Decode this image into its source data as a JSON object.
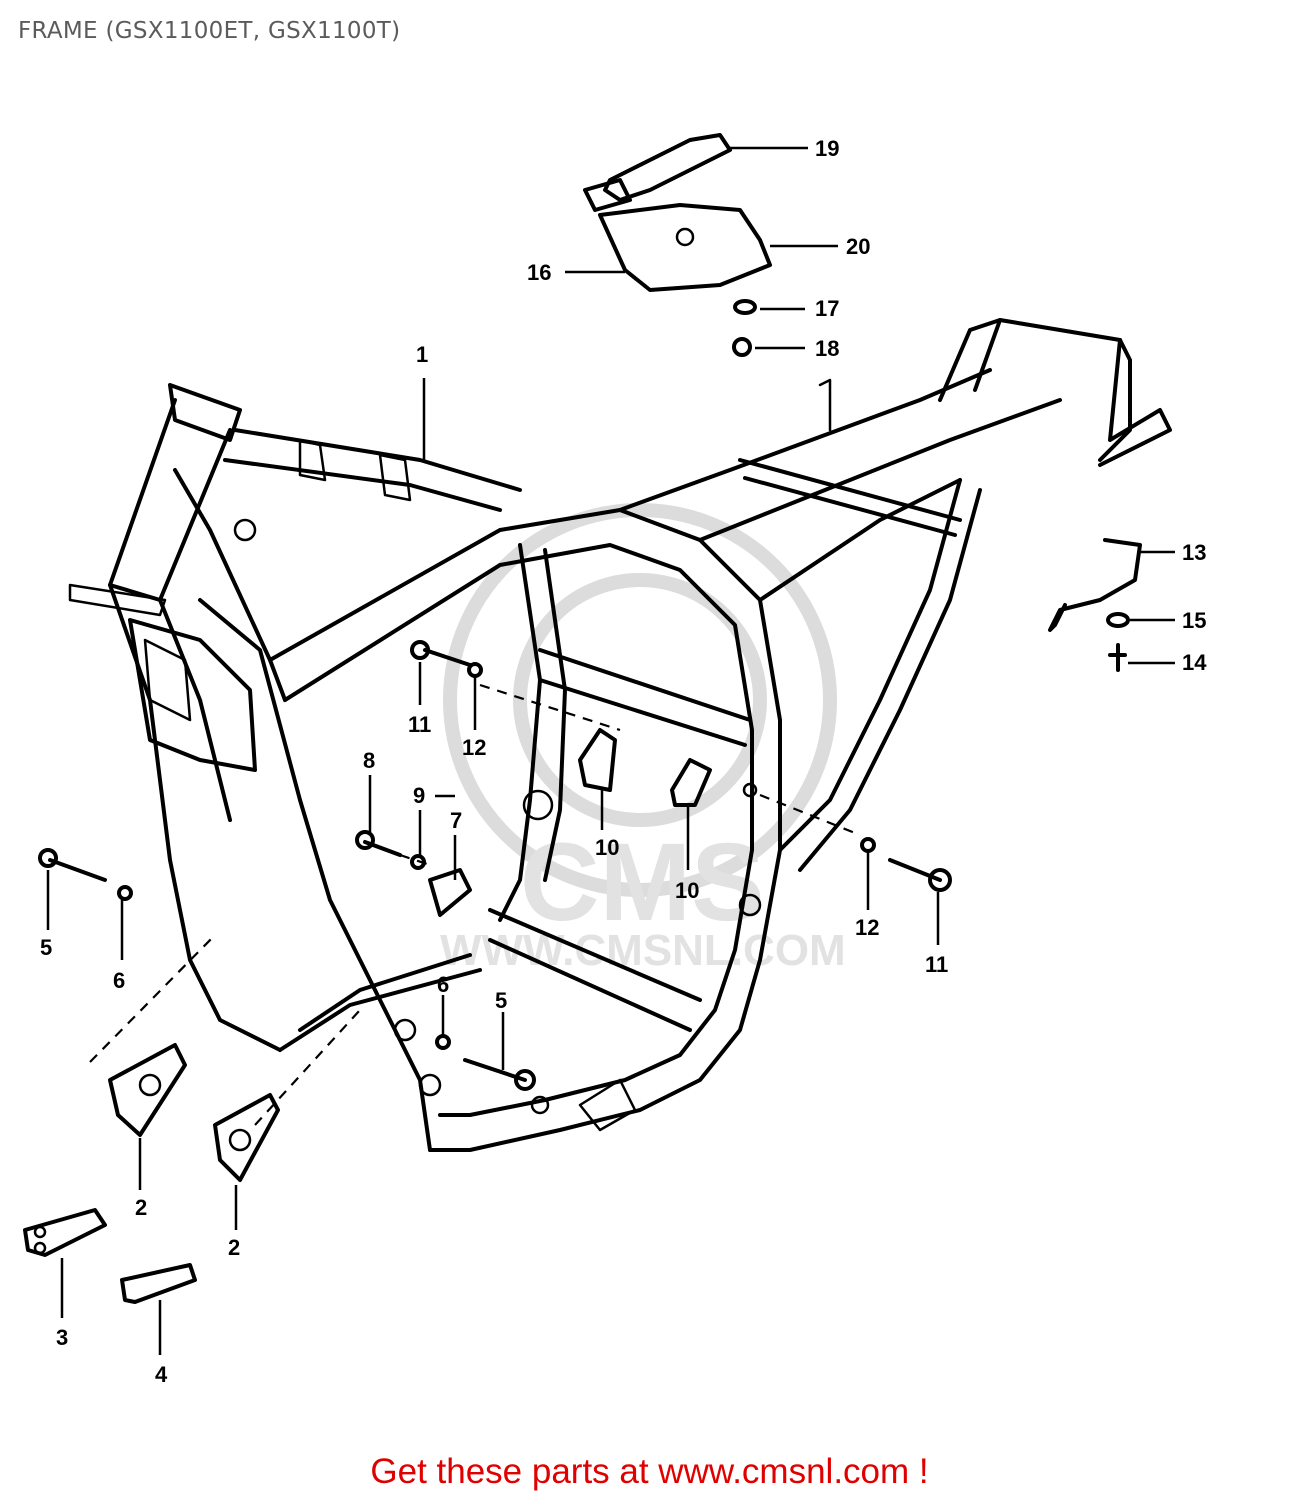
{
  "title": "FRAME (GSX1100ET, GSX1100T)",
  "watermark": {
    "brand": "CMS",
    "url": "WWW.CMSNL.COM"
  },
  "callouts": [
    {
      "id": "c1",
      "label": "1"
    },
    {
      "id": "c2a",
      "label": "2"
    },
    {
      "id": "c2b",
      "label": "2"
    },
    {
      "id": "c3",
      "label": "3"
    },
    {
      "id": "c4",
      "label": "4"
    },
    {
      "id": "c5a",
      "label": "5"
    },
    {
      "id": "c5b",
      "label": "5"
    },
    {
      "id": "c6a",
      "label": "6"
    },
    {
      "id": "c6b",
      "label": "6"
    },
    {
      "id": "c7",
      "label": "7"
    },
    {
      "id": "c8",
      "label": "8"
    },
    {
      "id": "c9",
      "label": "9"
    },
    {
      "id": "c10a",
      "label": "10"
    },
    {
      "id": "c10b",
      "label": "10"
    },
    {
      "id": "c11a",
      "label": "11"
    },
    {
      "id": "c11b",
      "label": "11"
    },
    {
      "id": "c12a",
      "label": "12"
    },
    {
      "id": "c12b",
      "label": "12"
    },
    {
      "id": "c13",
      "label": "13"
    },
    {
      "id": "c14",
      "label": "14"
    },
    {
      "id": "c15",
      "label": "15"
    },
    {
      "id": "c16",
      "label": "16"
    },
    {
      "id": "c17",
      "label": "17"
    },
    {
      "id": "c18",
      "label": "18"
    },
    {
      "id": "c19",
      "label": "19"
    },
    {
      "id": "c20",
      "label": "20"
    }
  ],
  "footer": {
    "link_text": "Get these parts at www.cmsnl.com !",
    "color": "#e00000"
  }
}
